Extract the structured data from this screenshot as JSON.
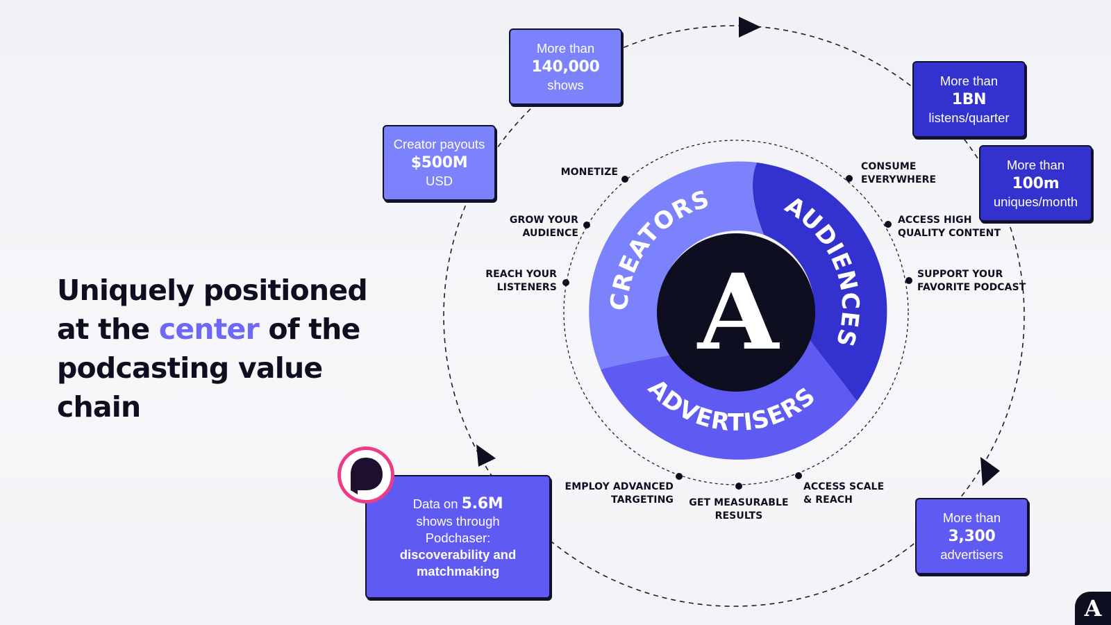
{
  "headline": {
    "before": "Uniquely positioned at the ",
    "accent": "center",
    "after": " of the podcasting value chain"
  },
  "center_logo": "A",
  "segments": {
    "creators": "CREATORS",
    "audiences": "AUDIENCES",
    "advertisers": "ADVERTISERS"
  },
  "stats": {
    "shows": {
      "pre": "More than",
      "value": "140,000",
      "post": "shows"
    },
    "payouts": {
      "pre": "Creator payouts",
      "value": "$500M",
      "post": "USD"
    },
    "listens": {
      "pre": "More than",
      "value": "1BN",
      "post": "listens/quarter"
    },
    "uniques": {
      "pre": "More than",
      "value": "100m",
      "post": "uniques/month"
    },
    "advertisers": {
      "pre": "More than",
      "value": "3,300",
      "post": "advertisers"
    },
    "podchaser": {
      "pre": "Data on ",
      "value": "5.6M",
      "mid": "shows through Podchaser:",
      "bold": "discoverability and matchmaking"
    }
  },
  "labels": {
    "monetize": "MONETIZE",
    "grow_1": "GROW YOUR",
    "grow_2": "AUDIENCE",
    "reach_1": "REACH YOUR",
    "reach_2": "LISTENERS",
    "consume_1": "CONSUME",
    "consume_2": "EVERYWHERE",
    "access_1": "ACCESS HIGH",
    "access_2": "QUALITY CONTENT",
    "support_1": "SUPPORT YOUR",
    "support_2": "FAVORITE PODCAST",
    "employ_1": "EMPLOY ADVANCED",
    "employ_2": "TARGETING",
    "measurable_1": "GET MEASURABLE",
    "measurable_2": "RESULTS",
    "scale_1": "ACCESS SCALE",
    "scale_2": "& REACH"
  },
  "corner_logo": "A",
  "colors": {
    "creators": "#7b82fb",
    "audiences": "#3332cf",
    "advertisers": "#5e5af2",
    "center": "#0d0e1f",
    "accent": "#6f67f6",
    "podchaser_ring": "#ec3c86"
  }
}
